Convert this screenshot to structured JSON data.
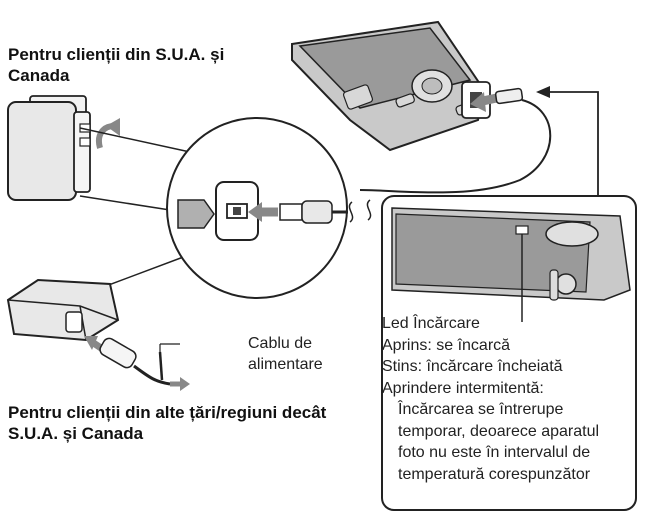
{
  "labels": {
    "heading_us": "Pentru clienții din S.U.A. și Canada",
    "heading_other": "Pentru clienții din alte țări/regiuni decât S.U.A. și Canada",
    "power_cable": [
      "Cablu de",
      "alimentare"
    ],
    "led": {
      "title": "Led Încărcare",
      "on": "Aprins: se încarcă",
      "off": "Stins: încărcare încheiată",
      "blink_title": "Aprindere intermitentă:",
      "blink_lines": [
        "Încărcarea se întrerupe",
        "temporar, deoarece aparatul",
        "foto nu este în intervalul de",
        "temperatură corespunzător"
      ]
    }
  }
}
